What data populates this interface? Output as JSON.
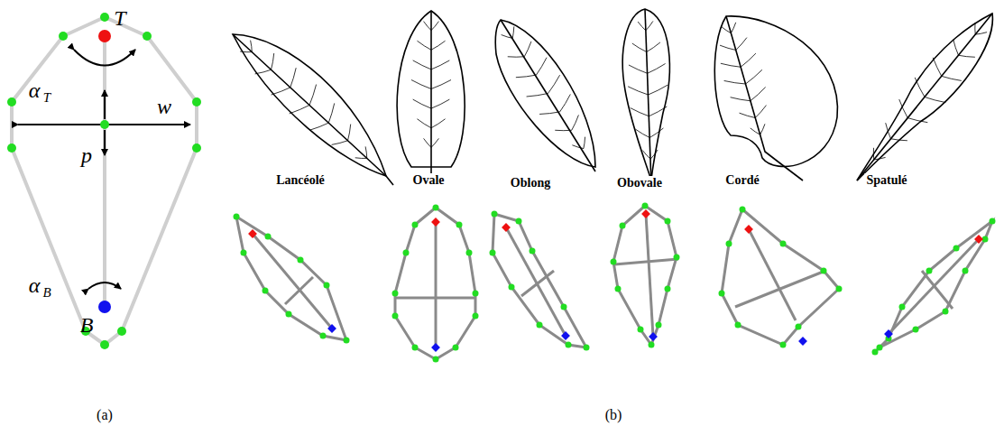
{
  "diagram": {
    "labels": [
      "T",
      "α",
      "T",
      "w",
      "p",
      "α",
      "B",
      "B",
      "Lancéolé",
      "Ovale",
      "Oblong",
      "Obovale",
      "Cordé",
      "Spatulé",
      "(a)",
      "(b)"
    ]
  }
}
